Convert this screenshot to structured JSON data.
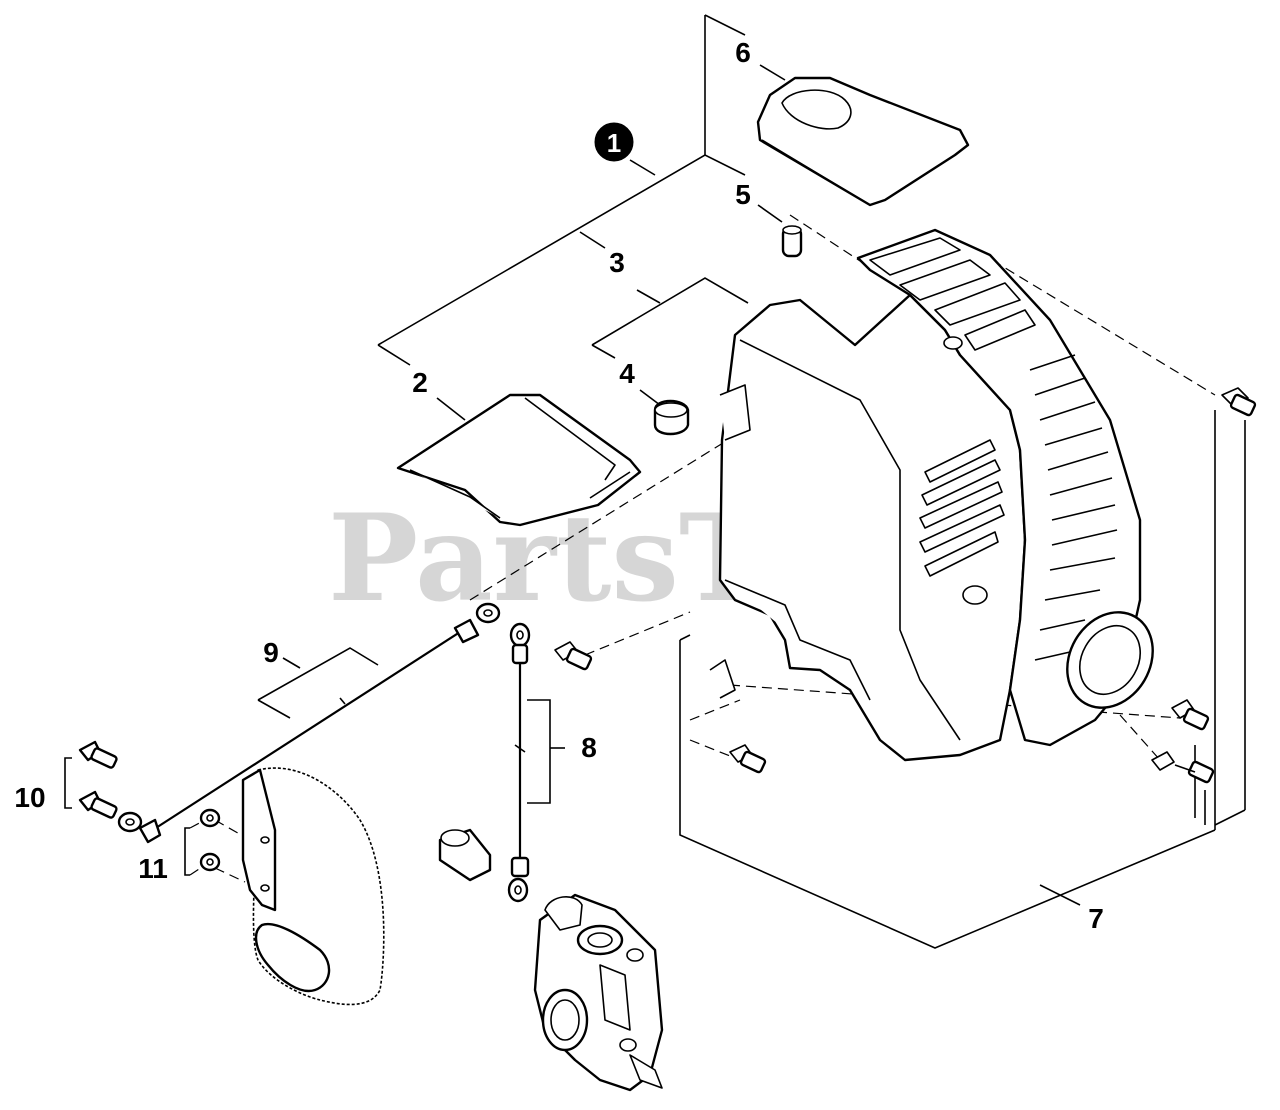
{
  "watermark": "PartsTree",
  "callouts": {
    "c1": "1",
    "c2": "2",
    "c3": "3",
    "c4": "4",
    "c5": "5",
    "c6": "6",
    "c7": "7",
    "c8": "8",
    "c9": "9",
    "c10": "10",
    "c11": "11"
  },
  "colors": {
    "line": "#000000",
    "watermark": "#c9c9c9",
    "background": "#ffffff"
  }
}
